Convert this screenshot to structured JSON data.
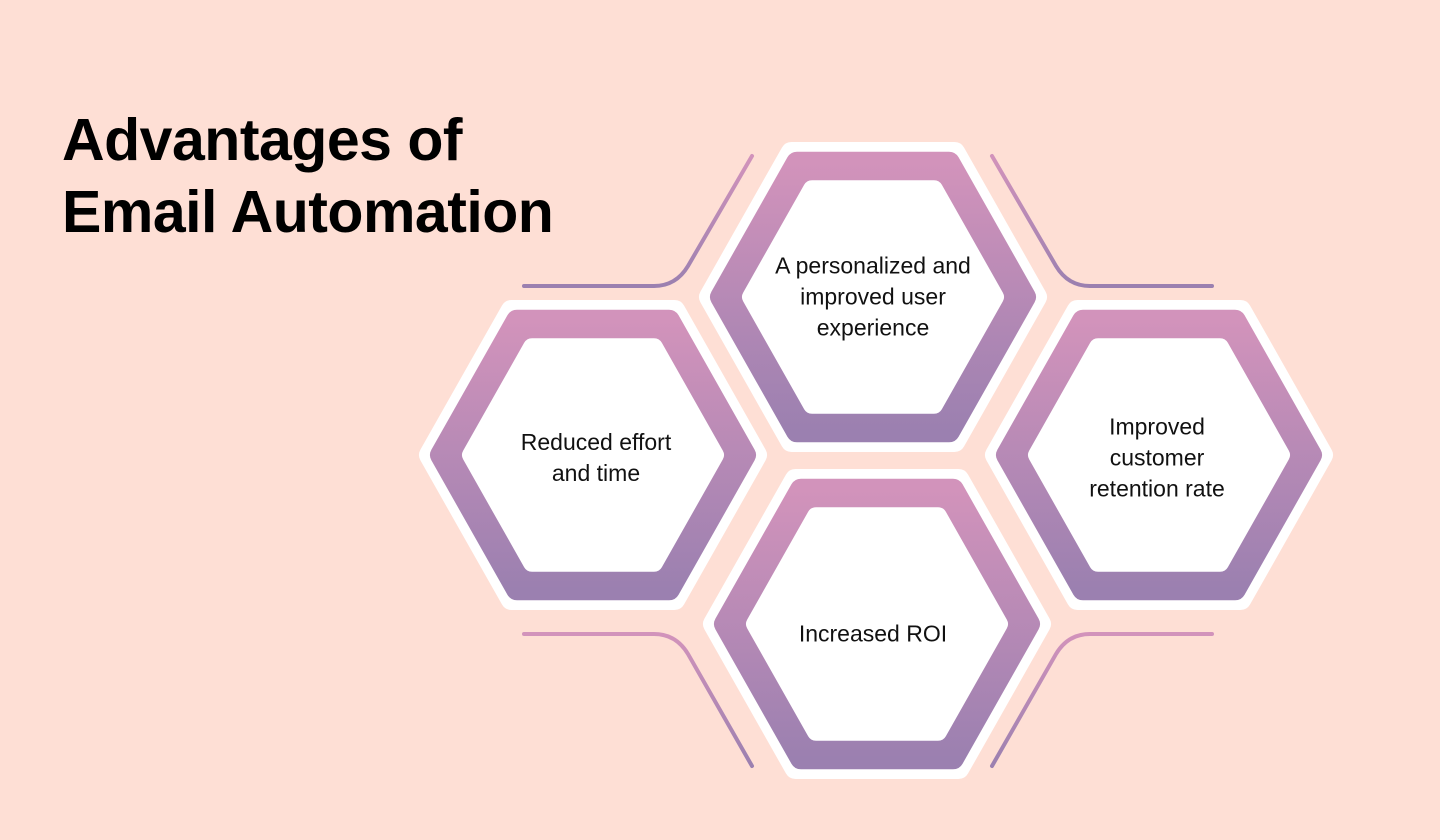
{
  "title": {
    "line1": "Advantages of",
    "line2": "Email Automation"
  },
  "colors": {
    "background": "#fedfd5",
    "gradient_top": "#d293bb",
    "gradient_bottom": "#9b80b0",
    "ring": "#ffffff"
  },
  "advantages": [
    {
      "id": "top",
      "text": "A personalized and improved user experience"
    },
    {
      "id": "left",
      "text": "Reduced effort and time"
    },
    {
      "id": "right",
      "text": "Improved customer retention rate"
    },
    {
      "id": "bottom",
      "text": "Increased ROI"
    }
  ]
}
